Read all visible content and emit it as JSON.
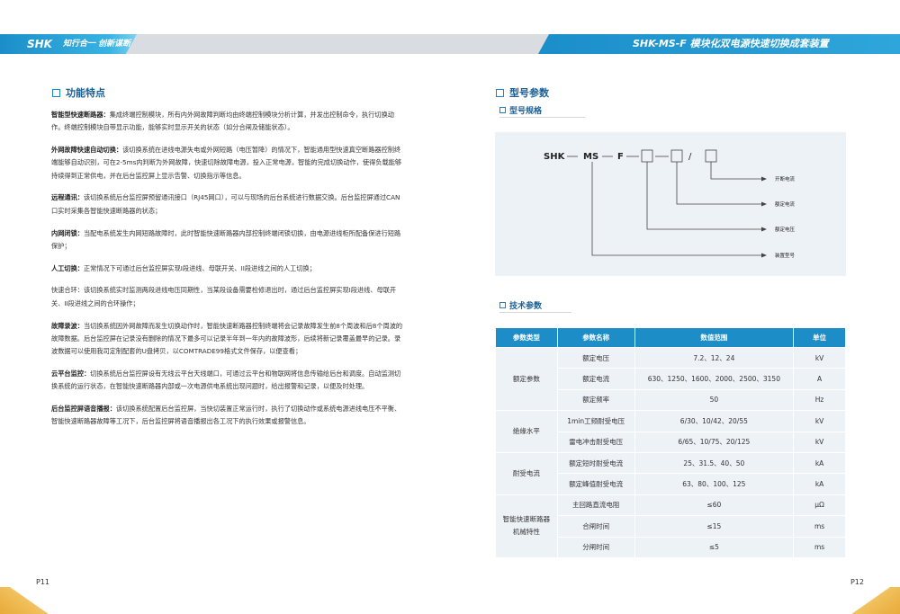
{
  "header": {
    "brand": "SHK",
    "slogan": "知行合一 创新谋断",
    "right_title": "SHK-MS-F 模块化双电源快速切换成套装置"
  },
  "left": {
    "section_title": "功能特点",
    "paragraphs": [
      {
        "bold": "智能型快速断路器：",
        "text": "集成终端控制模块，所有内外网故障判断均由终端控制模块分析计算，并发出控制命令，执行切换动作。终端控制模块自带显示功能，能够实时显示开关的状态（如分合闸及储能状态）。"
      },
      {
        "bold": "外网故障快速自动切换：",
        "text": "该切换系统在进线电源失电或外网短路（电压暂降）的情况下，智能通用型快速真空断路器控制终端能够自动识别，可在2-5ms内判断为外网故障，快速切除故障电源，投入正常电源，智能的完成切换动作，使得负载能够持续得到正常供电，并在后台监控屏上显示告警、切换指示等信息。"
      },
      {
        "bold": "远程通讯：",
        "text": "该切换系统后台监控屏预留通讯接口（RJ45网口），可以与现场的后台系统进行数据交换。后台监控屏通过CAN口实时采集各智能快速断路器的状态；"
      },
      {
        "bold": "内网闭锁：",
        "text": "当配电系统发生内网短路故障时，此时智能快速断路器内部控制终端闭锁切换，由电源进线柜所配备保进行短路保护；"
      },
      {
        "bold": "人工切换：",
        "text": "正常情况下可通过后台监控屏实现I段进线、母联开关、II段进线之间的人工切换；"
      },
      {
        "bold": "",
        "text": "快速合环：该切换系统实时监测两段进线电压同期性，当某段设备需要检修退出时，通过后台监控屏实现I段进线、母联开关、II段进线之间的合环操作；"
      },
      {
        "bold": "故障录波：",
        "text": "当切换系统因外网故障而发生切换动作时，智能快速断路器控制终端将会记录故障发生前8个周波和后8个周波的故障数据。后台监控屏在记录没有删除的情况下最多可以记录半年到一年内的故障波形，后续将新记录覆盖最早的记录。录波数据可以使用我司定制配套的U盘拷贝，以COMTRADE99格式文件保存，以便查看；"
      },
      {
        "bold": "云平台监控：",
        "text": "切换系统后台监控屏设有无线云平台天线端口，可通过云平台和物联网将信息传输给后台和调度。自动监测切换系统的运行状态，在智能快速断路器内部或一次电源供电系统出现问题时，给出报警和记录，以便及时处理。"
      },
      {
        "bold": "后台监控屏语音播报：",
        "text": "该切换系统配置后台监控屏，当快切装置正常运行时，执行了切换动作或系统电源进线电压不平衡、智能快速断路器故障等工况下，后台监控屏将语音播报出各工况下的执行效果或报警信息。"
      }
    ]
  },
  "right": {
    "section_title": "型号参数",
    "spec_title": "型号规格",
    "spec": {
      "p1": "SHK",
      "p2": "MS",
      "p3": "F",
      "slash": "/",
      "labels": [
        "开断电流",
        "额定电流",
        "额定电压",
        "装置型号"
      ]
    },
    "params_title": "技术参数",
    "table": {
      "headers": [
        "参数类型",
        "参数名称",
        "数值范围",
        "单位"
      ],
      "groups": [
        {
          "category": "额定参数",
          "rows": [
            {
              "name": "额定电压",
              "value": "7.2、12、24",
              "unit": "kV"
            },
            {
              "name": "额定电流",
              "value": "630、1250、1600、2000、2500、3150",
              "unit": "A"
            },
            {
              "name": "额定频率",
              "value": "50",
              "unit": "Hz"
            }
          ]
        },
        {
          "category": "绝缘水平",
          "rows": [
            {
              "name": "1min工频耐受电压",
              "value": "6/30、10/42、20/55",
              "unit": "kV"
            },
            {
              "name": "雷电冲击耐受电压",
              "value": "6/65、10/75、20/125",
              "unit": "kV"
            }
          ]
        },
        {
          "category": "耐受电流",
          "rows": [
            {
              "name": "额定短时耐受电流",
              "value": "25、31.5、40、50",
              "unit": "kA"
            },
            {
              "name": "额定峰值耐受电流",
              "value": "63、80、100、125",
              "unit": "kA"
            }
          ]
        },
        {
          "category": "智能快速断路器\n机械特性",
          "rows": [
            {
              "name": "主回路直流电阻",
              "value": "≤60",
              "unit": "μΩ"
            },
            {
              "name": "合闸时间",
              "value": "≤15",
              "unit": "ms"
            },
            {
              "name": "分闸时间",
              "value": "≤5",
              "unit": "ms"
            }
          ]
        }
      ]
    }
  },
  "footer": {
    "left_page": "P11",
    "right_page": "P12"
  },
  "colors": {
    "accent": "#1d8dc7",
    "header_gray": "#d9dde2",
    "table_bg": "#edf2f7",
    "corner_gold": "#e8a93a"
  }
}
